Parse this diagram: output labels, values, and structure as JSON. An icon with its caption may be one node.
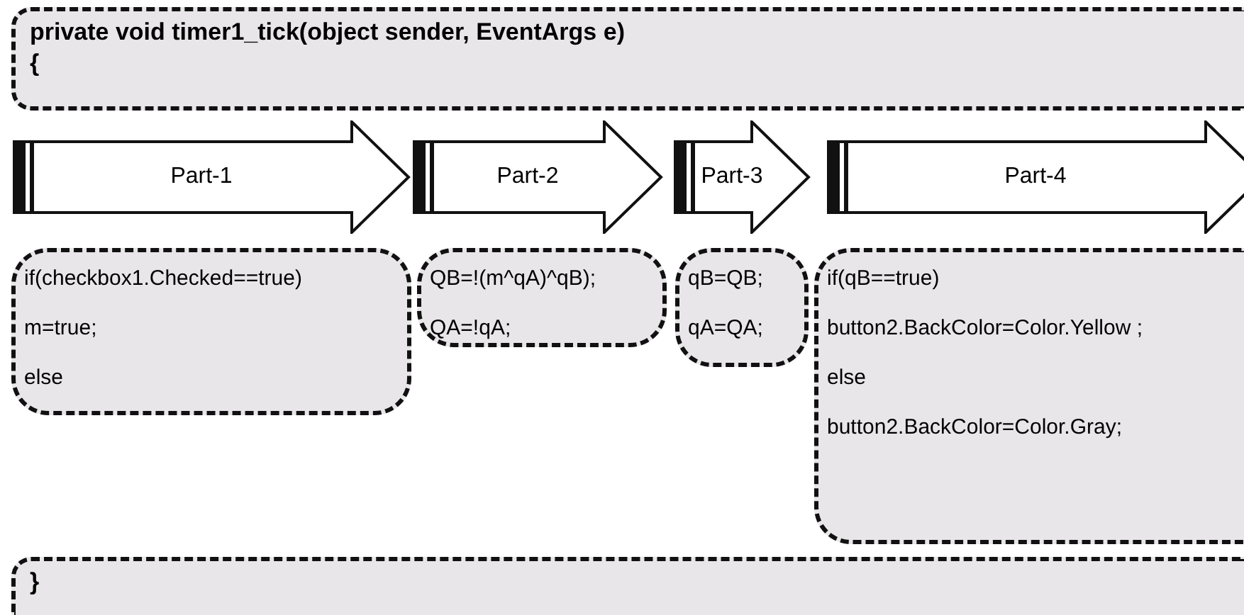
{
  "diagram": {
    "nodes": [
      {
        "text": [
          "private void timer1_tick(object sender, EventArgs e)",
          "{"
        ]
      },
      {
        "text": [
          "Part-1"
        ]
      },
      {
        "text": [
          "Part-2"
        ]
      },
      {
        "text": [
          "Part-3"
        ]
      },
      {
        "text": [
          "Part-4"
        ]
      },
      {
        "text": [
          "if(checkbox1.Checked==true)",
          "m=true;",
          "else"
        ]
      },
      {
        "text": [
          "QB=!(m^qA)^qB);",
          "QA=!qA;"
        ]
      },
      {
        "text": [
          "qB=QB;",
          "qA=QA;"
        ]
      },
      {
        "text": [
          "if(qB==true)",
          "button2.BackColor=Color.Yellow ;",
          "else",
          "button2.BackColor=Color.Gray;"
        ]
      },
      {
        "text": [
          "}"
        ]
      }
    ]
  }
}
